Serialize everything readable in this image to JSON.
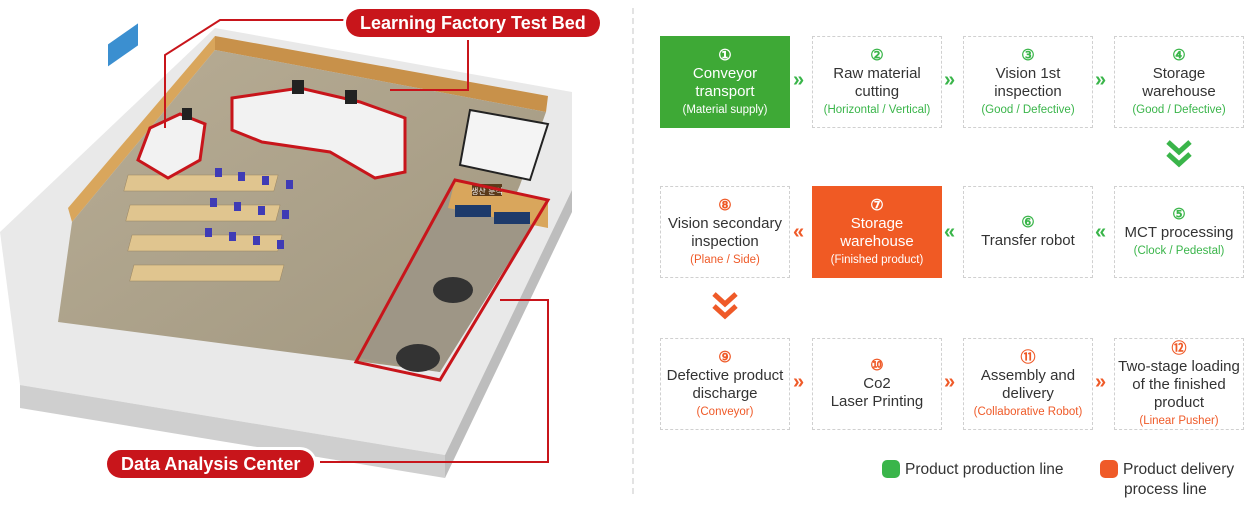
{
  "labels": {
    "test_bed": "Learning Factory Test Bed",
    "data_center": "Data Analysis Center",
    "sign": "생산 분석"
  },
  "steps": [
    {
      "num": "①",
      "lines": [
        "Conveyor",
        "transport"
      ],
      "sub": "(Material supply)"
    },
    {
      "num": "②",
      "lines": [
        "Raw material",
        "cutting"
      ],
      "sub": "(Horizontal / Vertical)"
    },
    {
      "num": "③",
      "lines": [
        "Vision 1st",
        "inspection"
      ],
      "sub": "(Good / Defective)"
    },
    {
      "num": "④",
      "lines": [
        "Storage",
        "warehouse"
      ],
      "sub": "(Good / Defective)"
    },
    {
      "num": "⑤",
      "lines": [
        "MCT processing"
      ],
      "sub": "(Clock / Pedestal)"
    },
    {
      "num": "⑥",
      "lines": [
        "Transfer robot"
      ],
      "sub": ""
    },
    {
      "num": "⑦",
      "lines": [
        "Storage",
        "warehouse"
      ],
      "sub": "(Finished product)"
    },
    {
      "num": "⑧",
      "lines": [
        "Vision secondary",
        "inspection"
      ],
      "sub": "(Plane / Side)"
    },
    {
      "num": "⑨",
      "lines": [
        "Defective product",
        "discharge"
      ],
      "sub": "(Conveyor)"
    },
    {
      "num": "⑩",
      "lines": [
        "Co2",
        "Laser Printing"
      ],
      "sub": ""
    },
    {
      "num": "⑪",
      "lines": [
        "Assembly and",
        "delivery"
      ],
      "sub": "(Collaborative Robot)"
    },
    {
      "num": "⑫",
      "lines": [
        "Two-stage loading",
        "of the finished",
        "product"
      ],
      "sub": "(Linear Pusher)"
    }
  ],
  "legend": {
    "production": "Product production line",
    "delivery_1": "Product delivery",
    "delivery_2": "process line"
  },
  "colors": {
    "production": "#3ab54a",
    "delivery": "#ef5a28",
    "callout": "#c8151b"
  }
}
